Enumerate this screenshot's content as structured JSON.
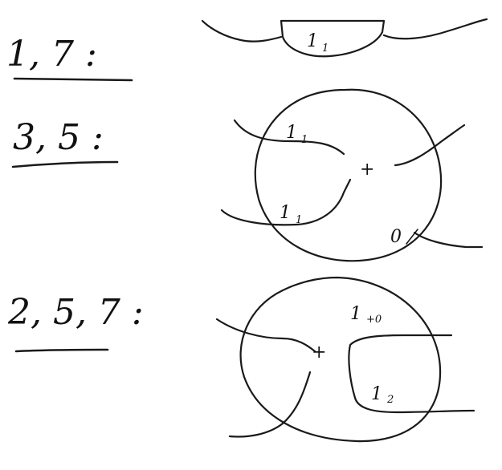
{
  "rows": [
    {
      "label": "1, 7 :",
      "parts": [
        {
          "main": "1",
          "sub": "1"
        }
      ]
    },
    {
      "label": "3, 5 :",
      "parts": [
        {
          "main": "1",
          "sub": "1"
        },
        {
          "main": "1",
          "sub": "1"
        },
        {
          "main": "0"
        },
        {
          "main": "+"
        }
      ]
    },
    {
      "label": "2, 5, 7 :",
      "parts": [
        {
          "main": "1",
          "sub": "+0"
        },
        {
          "main": "1",
          "sub": "2"
        },
        {
          "main": "+"
        }
      ]
    }
  ]
}
